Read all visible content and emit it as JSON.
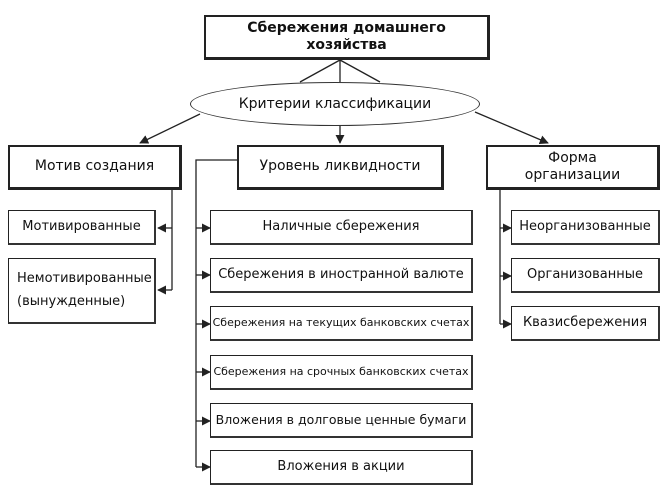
{
  "title": "Сбережения домашнего хозяйства",
  "criteria": "Критерии классификации",
  "columns": [
    {
      "heading": "Мотив создания",
      "items": [
        "Мотивированные",
        "Немотивированные\n(вынужденные)"
      ]
    },
    {
      "heading": "Уровень ликвидности",
      "items": [
        "Наличные сбережения",
        "Сбережения в иностранной валюте",
        "Сбережения на текущих банковских счетах",
        "Сбережения на срочных банковских счетах",
        "Вложения в долговые ценные бумаги",
        "Вложения в акции"
      ]
    },
    {
      "heading": "Форма\nорганизации",
      "items": [
        "Неорганизованные",
        "Организованные",
        "Квазисбережения"
      ]
    }
  ]
}
